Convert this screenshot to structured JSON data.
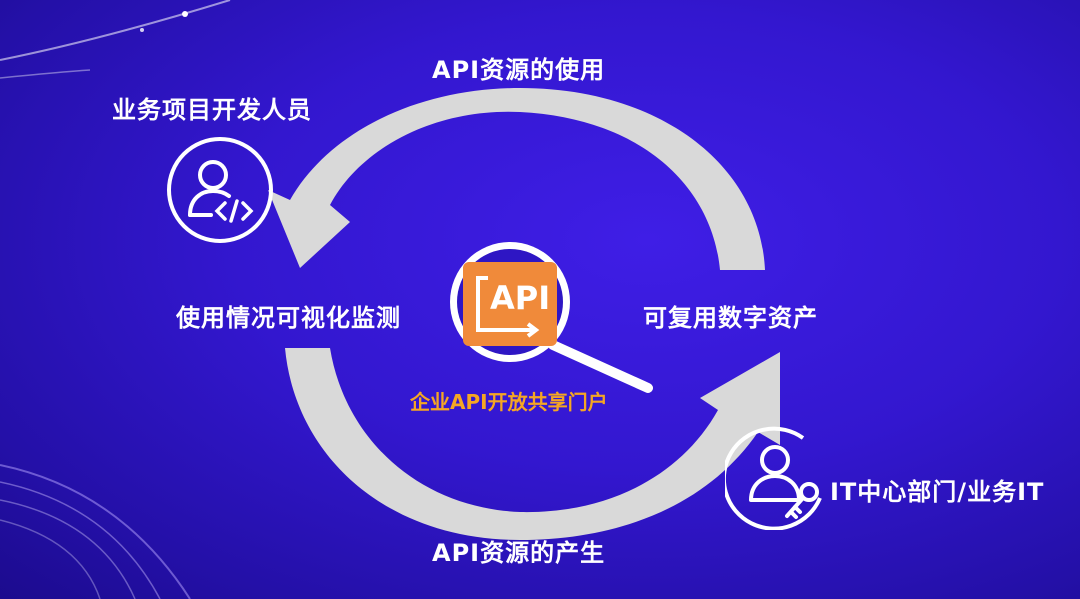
{
  "labels": {
    "top": "API资源的使用",
    "bottom": "API资源的产生",
    "left": "使用情况可视化监测",
    "right": "可复用数字资产",
    "developer": "业务项目开发人员",
    "it_department": "IT中心部门/业务IT",
    "center": "企业API开放共享门户",
    "api_logo": "API"
  },
  "colors": {
    "background": "#3317cf",
    "arrow": "#d9d9d9",
    "text": "#ffffff",
    "center_text": "#f5a623",
    "api_tile": "#f08a3a"
  },
  "icons": {
    "developer": "user-code-icon",
    "it_department": "user-key-icon",
    "center": "magnifier-api-icon"
  }
}
